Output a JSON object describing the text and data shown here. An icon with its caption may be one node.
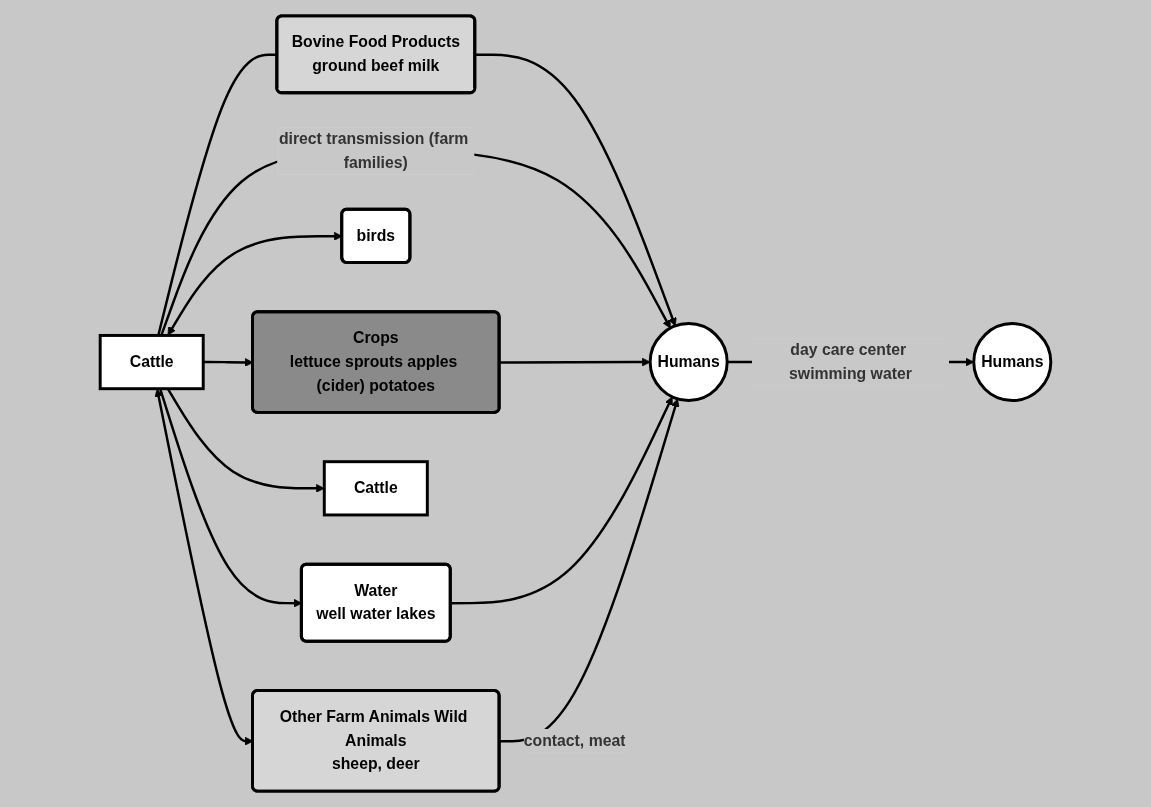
{
  "diagram": {
    "nodes": [
      {
        "text": [
          "Bovine Food Products",
          "ground beef milk"
        ]
      },
      {
        "text": [
          "Cattle"
        ]
      },
      {
        "text": [
          "Crops",
          "lettuce sprouts apples (cider) potatoes"
        ]
      },
      {
        "text": [
          "Humans"
        ]
      },
      {
        "text": [
          "Humans"
        ]
      },
      {
        "text": [
          "birds"
        ]
      },
      {
        "text": [
          "Water",
          "well water lakes"
        ]
      },
      {
        "text": [
          "Cattle"
        ]
      },
      {
        "text": [
          "Other Farm Animals Wild Animals",
          "sheep, deer"
        ]
      }
    ],
    "edges": [
      {
        "from": 1,
        "to": 0,
        "arrow": "none"
      },
      {
        "from": 0,
        "to": 3,
        "arrow": "to"
      },
      {
        "from": 1,
        "to": 3,
        "label": "direct transmission (farm families)",
        "arrow": "to"
      },
      {
        "from": 1,
        "to": 2,
        "arrow": "to"
      },
      {
        "from": 2,
        "to": 3,
        "arrow": "to"
      },
      {
        "from": 1,
        "to": 6,
        "arrow": "to"
      },
      {
        "from": 6,
        "to": 3,
        "arrow": "to"
      },
      {
        "from": 1,
        "to": 5,
        "arrow": "both"
      },
      {
        "from": 1,
        "to": 8,
        "arrow": "both"
      },
      {
        "from": 8,
        "to": 3,
        "label": "contact, meat",
        "arrow": "to"
      },
      {
        "from": 1,
        "to": 7,
        "arrow": "to"
      },
      {
        "from": 3,
        "to": 4,
        "label": "day care center swimming water",
        "arrow": "to"
      }
    ]
  }
}
